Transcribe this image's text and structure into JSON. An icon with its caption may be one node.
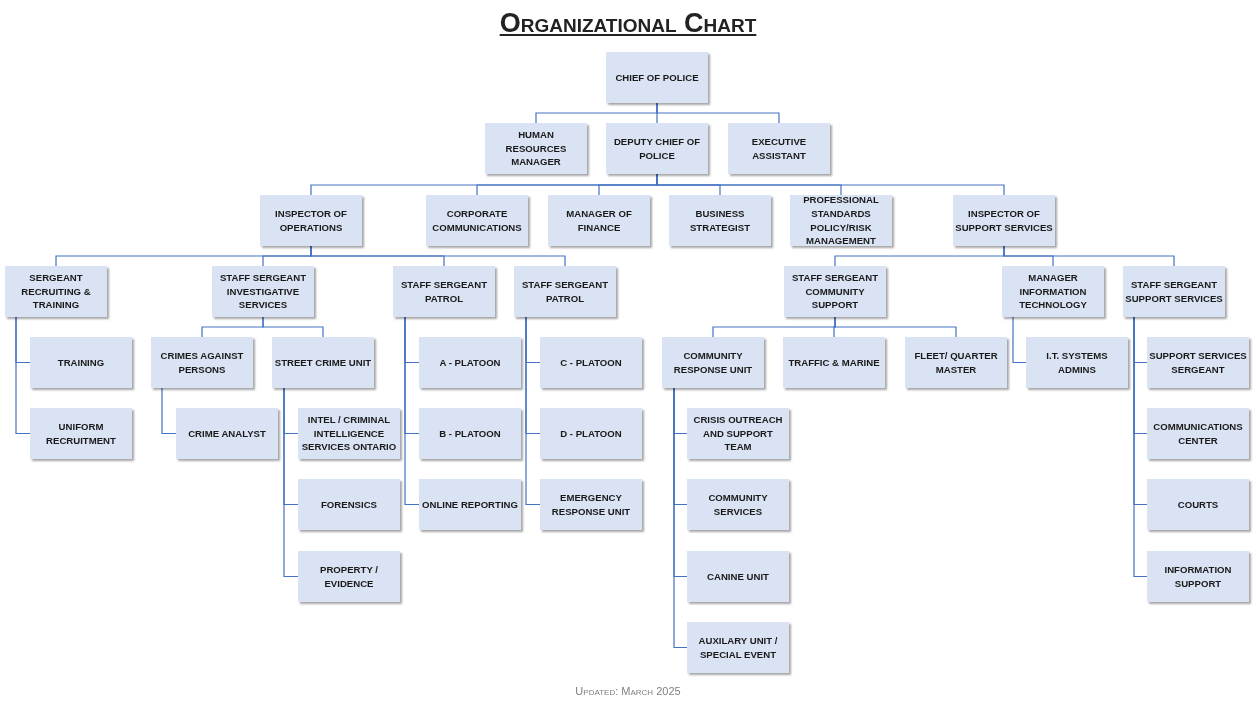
{
  "diagram": {
    "title": "Organizational Chart",
    "nodes": [
      {
        "text": [
          "CHIEF OF POLICE"
        ]
      },
      {
        "text": [
          "HUMAN RESOURCES MANAGER"
        ]
      },
      {
        "text": [
          "DEPUTY CHIEF OF POLICE"
        ]
      },
      {
        "text": [
          "EXECUTIVE ASSISTANT"
        ]
      },
      {
        "text": [
          "INSPECTOR OF OPERATIONS"
        ]
      },
      {
        "text": [
          "CORPORATE COMMUNICATIONS"
        ]
      },
      {
        "text": [
          "MANAGER OF FINANCE"
        ]
      },
      {
        "text": [
          "BUSINESS STRATEGIST"
        ]
      },
      {
        "text": [
          "PROFESSIONAL STANDARDS POLICY/RISK MANAGEMENT"
        ]
      },
      {
        "text": [
          "INSPECTOR OF SUPPORT SERVICES"
        ]
      },
      {
        "text": [
          "SERGEANT RECRUITING & TRAINING"
        ]
      },
      {
        "text": [
          "STAFF SERGEANT INVESTIGATIVE SERVICES"
        ]
      },
      {
        "text": [
          "STAFF SERGEANT PATROL"
        ]
      },
      {
        "text": [
          "STAFF SERGEANT PATROL"
        ]
      },
      {
        "text": [
          "STAFF SERGEANT COMMUNITY SUPPORT"
        ]
      },
      {
        "text": [
          "MANAGER INFORMATION TECHNOLOGY"
        ]
      },
      {
        "text": [
          "STAFF SERGEANT SUPPORT SERVICES"
        ]
      },
      {
        "text": [
          "TRAINING"
        ]
      },
      {
        "text": [
          "UNIFORM RECRUITMENT"
        ]
      },
      {
        "text": [
          "CRIMES AGAINST PERSONS"
        ]
      },
      {
        "text": [
          "STREET CRIME UNIT"
        ]
      },
      {
        "text": [
          "CRIME ANALYST"
        ]
      },
      {
        "text": [
          "INTEL / CRIMINAL INTELLIGENCE SERVICES ONTARIO"
        ]
      },
      {
        "text": [
          "FORENSICS"
        ]
      },
      {
        "text": [
          "PROPERTY / EVIDENCE"
        ]
      },
      {
        "text": [
          "A - PLATOON"
        ]
      },
      {
        "text": [
          "B - PLATOON"
        ]
      },
      {
        "text": [
          "ONLINE REPORTING"
        ]
      },
      {
        "text": [
          "C - PLATOON"
        ]
      },
      {
        "text": [
          "D - PLATOON"
        ]
      },
      {
        "text": [
          "EMERGENCY RESPONSE UNIT"
        ]
      },
      {
        "text": [
          "COMMUNITY RESPONSE UNIT"
        ]
      },
      {
        "text": [
          "TRAFFIC & MARINE"
        ]
      },
      {
        "text": [
          "FLEET/ QUARTER MASTER"
        ]
      },
      {
        "text": [
          "CRISIS OUTREACH AND SUPPORT TEAM"
        ]
      },
      {
        "text": [
          "COMMUNITY SERVICES"
        ]
      },
      {
        "text": [
          "CANINE UNIT"
        ]
      },
      {
        "text": [
          "AUXILARY UNIT / SPECIAL EVENT"
        ]
      },
      {
        "text": [
          "I.T. SYSTEMS ADMINS"
        ]
      },
      {
        "text": [
          "SUPPORT SERVICES SERGEANT"
        ]
      },
      {
        "text": [
          "COMMUNICATIONS CENTER"
        ]
      },
      {
        "text": [
          "COURTS"
        ]
      },
      {
        "text": [
          "INFORMATION SUPPORT"
        ]
      }
    ],
    "edges": [
      {
        "from": 0,
        "to": 1,
        "arrow": "none"
      },
      {
        "from": 0,
        "to": 2,
        "arrow": "none"
      },
      {
        "from": 0,
        "to": 3,
        "arrow": "none"
      },
      {
        "from": 2,
        "to": 4,
        "arrow": "none"
      },
      {
        "from": 2,
        "to": 5,
        "arrow": "none"
      },
      {
        "from": 2,
        "to": 6,
        "arrow": "none"
      },
      {
        "from": 2,
        "to": 7,
        "arrow": "none"
      },
      {
        "from": 2,
        "to": 8,
        "arrow": "none"
      },
      {
        "from": 2,
        "to": 9,
        "arrow": "none"
      },
      {
        "from": 4,
        "to": 10,
        "arrow": "none"
      },
      {
        "from": 4,
        "to": 11,
        "arrow": "none"
      },
      {
        "from": 4,
        "to": 12,
        "arrow": "none"
      },
      {
        "from": 4,
        "to": 13,
        "arrow": "none"
      },
      {
        "from": 9,
        "to": 14,
        "arrow": "none"
      },
      {
        "from": 9,
        "to": 15,
        "arrow": "none"
      },
      {
        "from": 9,
        "to": 16,
        "arrow": "none"
      },
      {
        "from": 10,
        "to": 17,
        "arrow": "none"
      },
      {
        "from": 10,
        "to": 18,
        "arrow": "none"
      },
      {
        "from": 11,
        "to": 19,
        "arrow": "none"
      },
      {
        "from": 11,
        "to": 20,
        "arrow": "none"
      },
      {
        "from": 19,
        "to": 21,
        "arrow": "none"
      },
      {
        "from": 20,
        "to": 22,
        "arrow": "none"
      },
      {
        "from": 20,
        "to": 23,
        "arrow": "none"
      },
      {
        "from": 20,
        "to": 24,
        "arrow": "none"
      },
      {
        "from": 12,
        "to": 25,
        "arrow": "none"
      },
      {
        "from": 12,
        "to": 26,
        "arrow": "none"
      },
      {
        "from": 12,
        "to": 27,
        "arrow": "none"
      },
      {
        "from": 13,
        "to": 28,
        "arrow": "none"
      },
      {
        "from": 13,
        "to": 29,
        "arrow": "none"
      },
      {
        "from": 13,
        "to": 30,
        "arrow": "none"
      },
      {
        "from": 14,
        "to": 31,
        "arrow": "none"
      },
      {
        "from": 14,
        "to": 32,
        "arrow": "none"
      },
      {
        "from": 14,
        "to": 33,
        "arrow": "none"
      },
      {
        "from": 31,
        "to": 34,
        "arrow": "none"
      },
      {
        "from": 31,
        "to": 35,
        "arrow": "none"
      },
      {
        "from": 31,
        "to": 36,
        "arrow": "none"
      },
      {
        "from": 31,
        "to": 37,
        "arrow": "none"
      },
      {
        "from": 15,
        "to": 38,
        "arrow": "none"
      },
      {
        "from": 16,
        "to": 39,
        "arrow": "none"
      },
      {
        "from": 16,
        "to": 40,
        "arrow": "none"
      },
      {
        "from": 16,
        "to": 41,
        "arrow": "none"
      },
      {
        "from": 16,
        "to": 42,
        "arrow": "none"
      }
    ],
    "labels": [
      "Updated: March 2025"
    ]
  }
}
